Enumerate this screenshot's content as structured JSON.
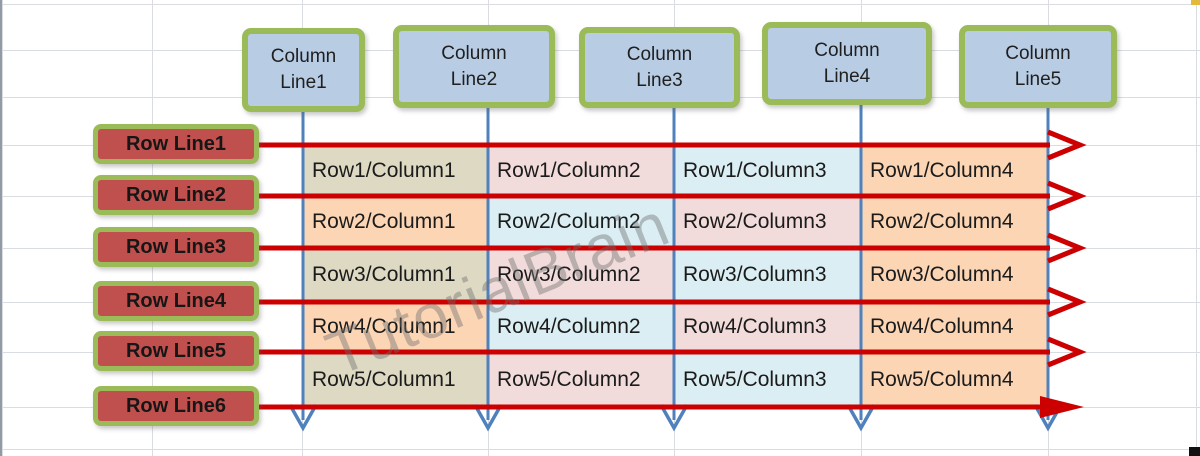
{
  "watermark": "TutorialBrain",
  "column_headers": [
    "Column Line1",
    "Column Line2",
    "Column Line3",
    "Column Line4",
    "Column Line5"
  ],
  "row_headers": [
    "Row Line1",
    "Row Line2",
    "Row Line3",
    "Row Line4",
    "Row Line5",
    "Row Line6"
  ],
  "table": {
    "rows": [
      [
        "Row1/Column1",
        "Row1/Column2",
        "Row1/Column3",
        "Row1/Column4"
      ],
      [
        "Row2/Column1",
        "Row2/Column2",
        "Row2/Column3",
        "Row2/Column4"
      ],
      [
        "Row3/Column1",
        "Row3/Column2",
        "Row3/Column3",
        "Row3/Column4"
      ],
      [
        "Row4/Column1",
        "Row4/Column2",
        "Row4/Column3",
        "Row4/Column4"
      ],
      [
        "Row5/Column1",
        "Row5/Column2",
        "Row5/Column3",
        "Row5/Column4"
      ]
    ],
    "cell_colors": [
      [
        "olive",
        "pink",
        "aqua",
        "peach"
      ],
      [
        "peach",
        "aqua",
        "pink",
        "peach"
      ],
      [
        "olive",
        "pink",
        "aqua",
        "peach"
      ],
      [
        "peach",
        "aqua",
        "pink",
        "peach"
      ],
      [
        "olive",
        "pink",
        "aqua",
        "peach"
      ]
    ]
  },
  "palette": {
    "olive": "#ddd9c3",
    "pink": "#f2dcdb",
    "aqua": "#daeef3",
    "peach": "#fcd5b4",
    "header_fill": "#b8cce4",
    "box_border_green": "#9bbb59",
    "row_label_fill": "#c0504d",
    "arrow_red": "#cc0000",
    "arrow_blue": "#4f81bd",
    "gridline": "#d9dce1",
    "watermark_gray": "#6f6f6f"
  }
}
